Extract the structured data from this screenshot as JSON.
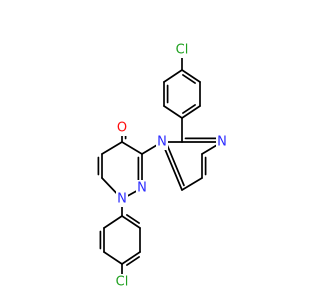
{
  "colors": {
    "bond": "#000000",
    "Cl": "#1FA01F",
    "N": "#2B2BFF",
    "O": "#FF0D0D"
  },
  "atoms": [
    {
      "id": "cl_top",
      "label": "Cl",
      "element": "Cl"
    },
    {
      "id": "n_pym_upper",
      "label": "N",
      "element": "N"
    },
    {
      "id": "n_pym_lower",
      "label": "N",
      "element": "N"
    },
    {
      "id": "o_carbonyl",
      "label": "O",
      "element": "O"
    },
    {
      "id": "n_pyd_2",
      "label": "N",
      "element": "N"
    },
    {
      "id": "n_pyd_1",
      "label": "N",
      "element": "N"
    },
    {
      "id": "cl_bottom",
      "label": "Cl",
      "element": "Cl"
    }
  ]
}
